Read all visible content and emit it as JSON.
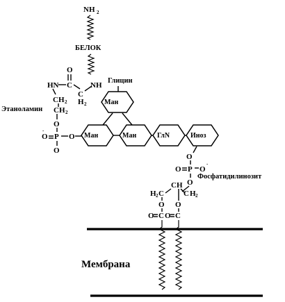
{
  "labels": {
    "nh2_top": "NH",
    "sub_2": "2",
    "protein": "БЕЛОК",
    "glycine": "Глицин",
    "ethanolamine": "Этаноламин",
    "phosphatidylinositol": "Фосфатидилинозит",
    "membrane": "Мембрана"
  },
  "atoms": {
    "hn": "HN",
    "nh": "NH",
    "o": "O",
    "p": "P",
    "c": "C",
    "h": "H",
    "ch": "CH",
    "o_minus": "O",
    "minus": "-"
  },
  "sugars": {
    "man_top": "Ман",
    "man_left": "Ман",
    "man_mid": "Ман",
    "glcn": "ГлN",
    "ino": "Инoз"
  }
}
